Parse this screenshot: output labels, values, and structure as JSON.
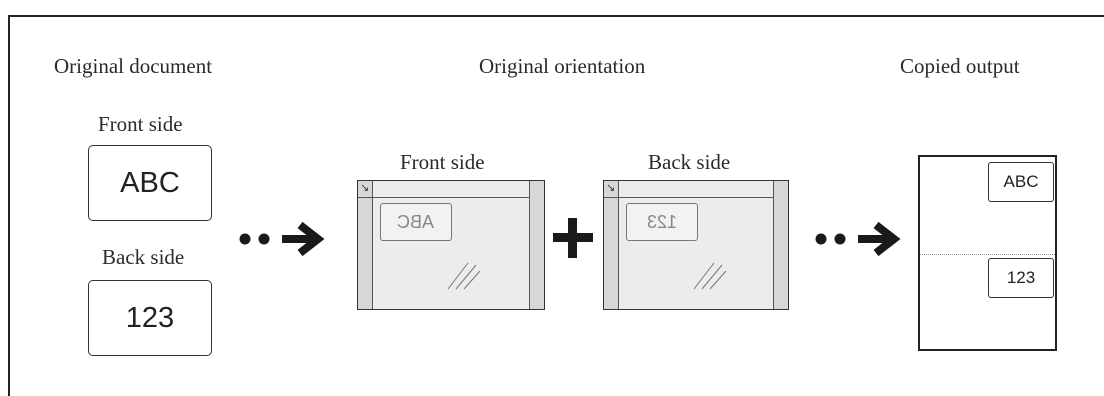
{
  "headings": {
    "original_document": "Original document",
    "original_orientation": "Original orientation",
    "copied_output": "Copied output"
  },
  "original": {
    "front_label": "Front side",
    "front_text": "ABC",
    "back_label": "Back side",
    "back_text": "123"
  },
  "glass": {
    "front_label": "Front side",
    "front_text": "ABC",
    "back_label": "Back side",
    "back_text": "123",
    "corner_mark": "↘"
  },
  "output": {
    "top_text": "ABC",
    "bottom_text": "123"
  },
  "colors": {
    "line": "#222222",
    "glass_edge": "#d7d7d7",
    "glass_center": "#ececec"
  }
}
